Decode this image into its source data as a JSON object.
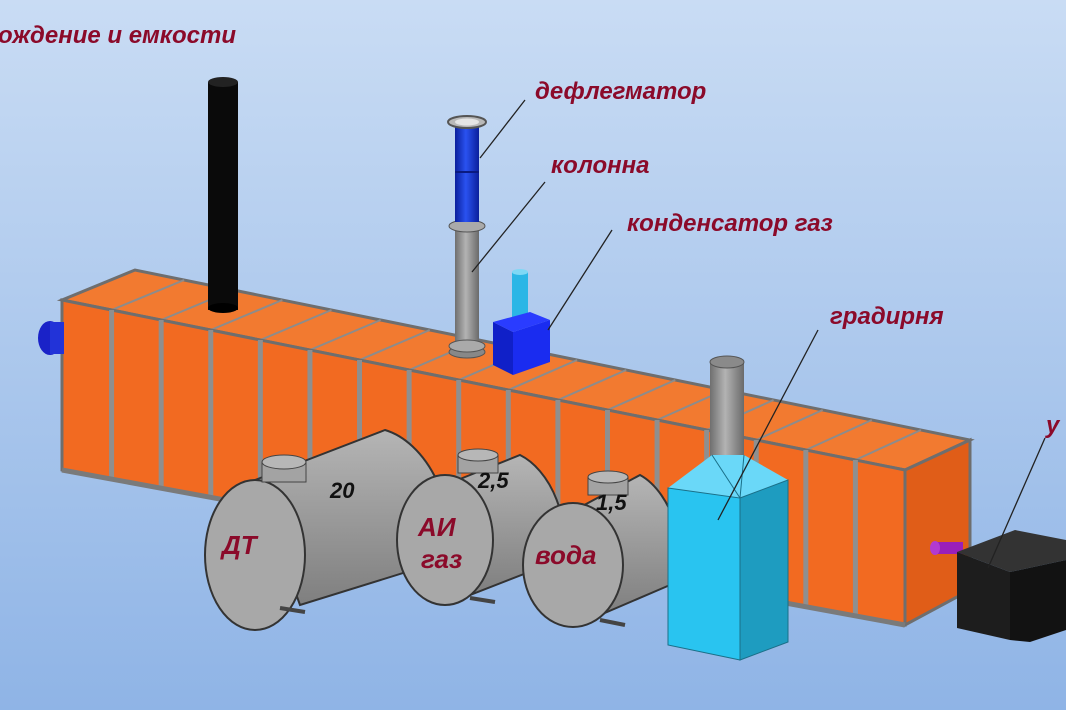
{
  "labels": {
    "title_fragment": "ождение и емкости",
    "dephlegmator": "дефлегматор",
    "column": "колонна",
    "gas_condenser": "конденсатор газ",
    "cooling_tower": "градирня",
    "right_fragment": "у"
  },
  "tanks": [
    {
      "name": "ДТ",
      "volume": "20"
    },
    {
      "name_line1": "АИ",
      "name_line2": "газ",
      "volume": "2,5"
    },
    {
      "name": "вода",
      "volume": "1,5"
    }
  ],
  "colors": {
    "furnace_panel": "#f26a21",
    "frame": "#9a9a9a",
    "tank": "#9c9c9c",
    "dephlegmator": "#1437d6",
    "condenser_box": "#1a2cf0",
    "condenser_pipe": "#2bb6e6",
    "cooling_tower": "#29c4f0",
    "chimney": "#0a0a0a",
    "black_box": "#1d1d1d",
    "label_text": "#8b0a2a"
  }
}
